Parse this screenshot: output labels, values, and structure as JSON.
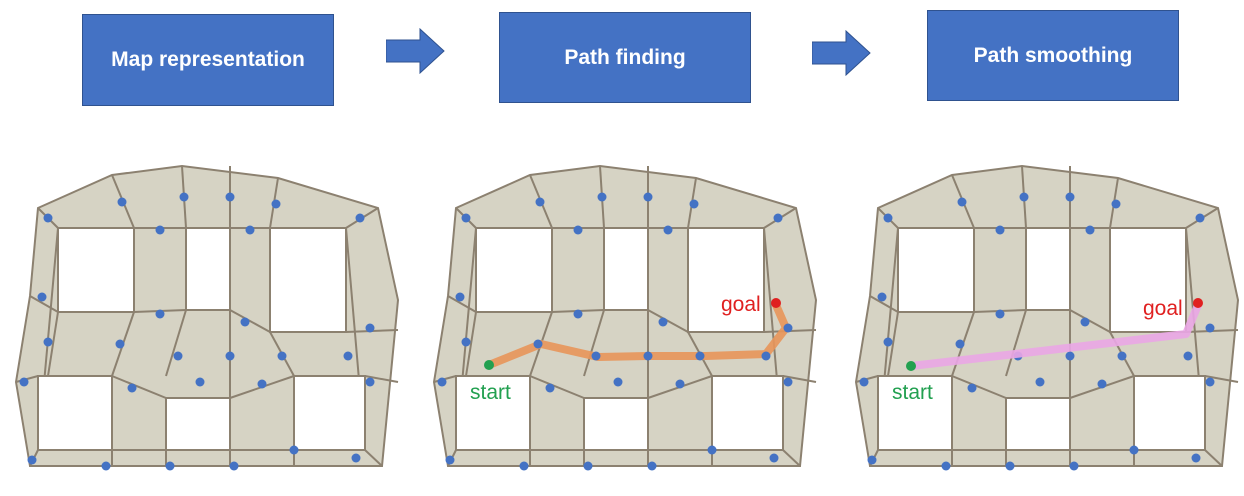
{
  "steps": [
    {
      "label": "Map representation"
    },
    {
      "label": "Path finding"
    },
    {
      "label": "Path smoothing"
    }
  ],
  "panels": {
    "path_finding": {
      "start_label": "start",
      "goal_label": "goal"
    },
    "path_smoothing": {
      "start_label": "start",
      "goal_label": "goal"
    }
  },
  "colors": {
    "box_fill": "#4472c4",
    "arrow_fill": "#4472c4",
    "map_fill": "#d6d3c4",
    "map_edge": "#8c8170",
    "node": "#4472c4",
    "start": "#22a050",
    "goal": "#e02020",
    "path_found": "#e8955a",
    "path_smooth": "#eaa6e6"
  }
}
